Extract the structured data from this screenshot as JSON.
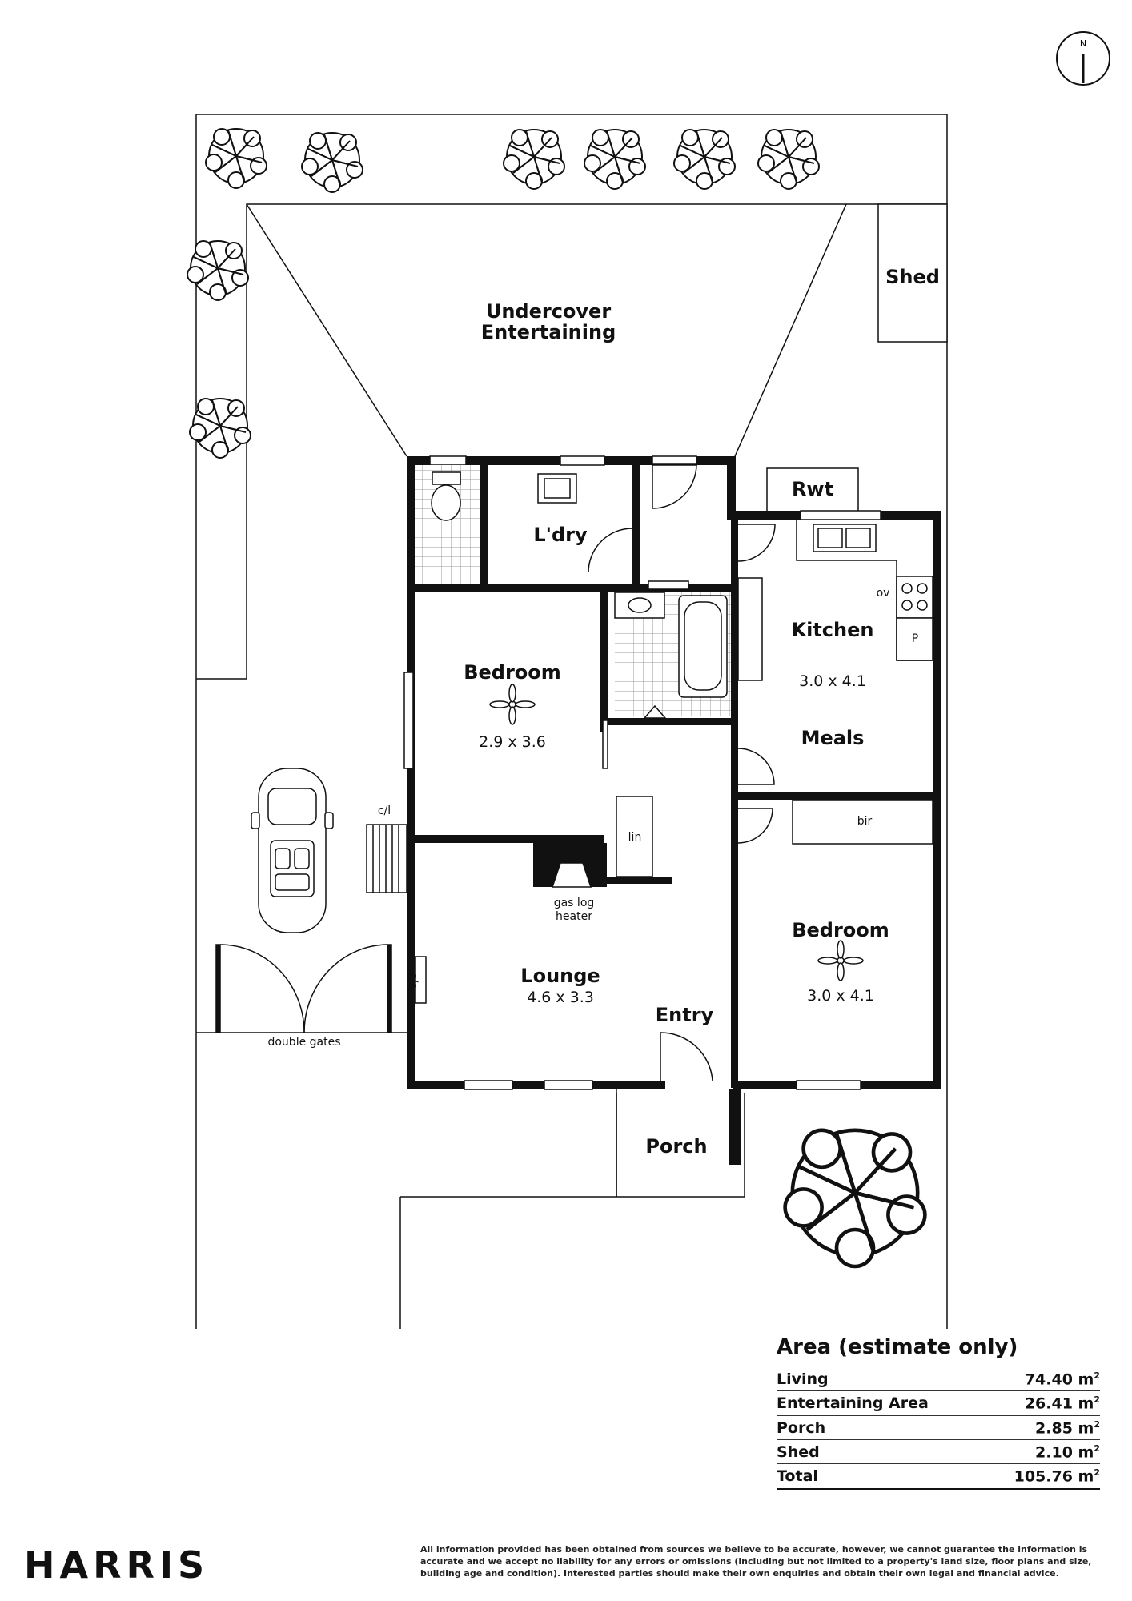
{
  "rooms": {
    "undercover_line1": "Undercover",
    "undercover_line2": "Entertaining",
    "shed": "Shed",
    "rwt": "Rwt",
    "laundry": "L'dry",
    "kitchen": "Kitchen",
    "kitchen_dim": "3.0 x 4.1",
    "meals": "Meals",
    "bedroom1": "Bedroom",
    "bedroom1_dim": "2.9 x 3.6",
    "bedroom2": "Bedroom",
    "bedroom2_dim": "3.0 x 4.1",
    "lounge": "Lounge",
    "lounge_dim": "4.6 x 3.3",
    "entry": "Entry",
    "porch": "Porch"
  },
  "fixtures": {
    "oven": "ov",
    "pantry": "P",
    "linen": "lin",
    "robe": "bir",
    "heater_line1": "gas log",
    "heater_line2": "heater",
    "slider": "s/s",
    "clothesline": "c/l",
    "gates": "double gates",
    "north": "N"
  },
  "area": {
    "title": "Area (estimate only)",
    "rows": [
      {
        "label": "Living",
        "value": "74.40 m"
      },
      {
        "label": "Entertaining Area",
        "value": "26.41 m"
      },
      {
        "label": "Porch",
        "value": "2.85 m"
      },
      {
        "label": "Shed",
        "value": "2.10 m"
      }
    ],
    "total": {
      "label": "Total",
      "value": "105.76 m"
    },
    "unit_sup": "2"
  },
  "footer": {
    "brand": "HARRIS",
    "disclaimer": "All information provided has been obtained from sources we believe to be accurate, however, we cannot guarantee the information is accurate and we accept no liability for any errors or omissions (including but not limited to a property's land size, floor plans and size, building age and condition). Interested parties should make their own enquiries and obtain their own legal and financial advice."
  }
}
